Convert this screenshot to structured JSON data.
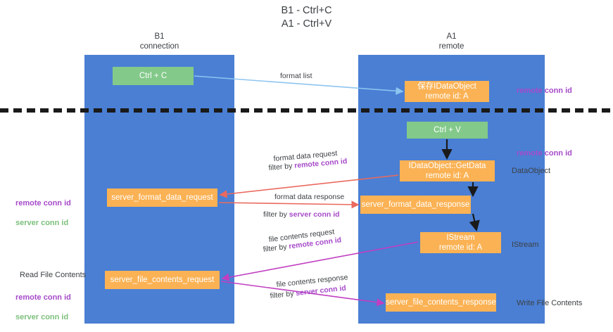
{
  "title": "B1 - Ctrl+C\nA1 - Ctrl+V",
  "lanes": [
    {
      "key": "b1",
      "heading": "B1\nconnection"
    },
    {
      "key": "a1",
      "heading": "A1\nremote"
    }
  ],
  "nodes": {
    "ctrl_c": "Ctrl + C",
    "idataobject": "保存IDataObject\nremote id: A",
    "ctrl_v": "Ctrl + V",
    "getdata": "IDataObject::GetData\nremote id: A",
    "server_format_data_request": "server_format_data_request",
    "server_format_data_response": "server_format_data_response",
    "istream": "IStream\nremote id: A",
    "server_file_contents_request": "server_file_contents_request",
    "server_file_contents_response": "server_file_contents_response"
  },
  "edge_labels": {
    "format_list": "format list",
    "format_data_request": "format data request",
    "format_data_request_filter_prefix": "filter by ",
    "format_data_request_filter_key": "remote conn id",
    "format_data_response": "format data response",
    "format_data_response_filter_prefix": "filter by ",
    "format_data_response_filter_key": "server conn id",
    "file_contents_request": "file contents request",
    "file_contents_request_filter_prefix": "filter by ",
    "file_contents_request_filter_key": "remote conn id",
    "file_contents_response": "file contents response",
    "file_contents_response_filter_prefix": "filter by ",
    "file_contents_response_filter_key": "server conn id"
  },
  "annotations": {
    "remote_conn_id_top": "remote conn id",
    "remote_conn_id_mid": "remote conn id",
    "dataobject": "DataObject",
    "istream": "IStream",
    "write_file_contents": "Write File Contents",
    "read_file_contents": "Read File Contents",
    "left_remote_conn_id_mid": "remote conn id",
    "left_server_conn_id_mid": "server conn id",
    "left_remote_conn_id_low": "remote conn id",
    "left_server_conn_id_low": "server conn id"
  },
  "colors": {
    "lane": "#4a7fd4",
    "green_node": "#83c98a",
    "orange_node": "#fbb254",
    "remote_conn_id": "#a64ac9",
    "server_conn_id": "#7cbf7c",
    "arrow_blue": "#8ec5f0",
    "arrow_red": "#ea6a5e",
    "arrow_magenta": "#c13ec1",
    "arrow_black": "#1a1a1a",
    "separator": "#1a1a1a"
  }
}
